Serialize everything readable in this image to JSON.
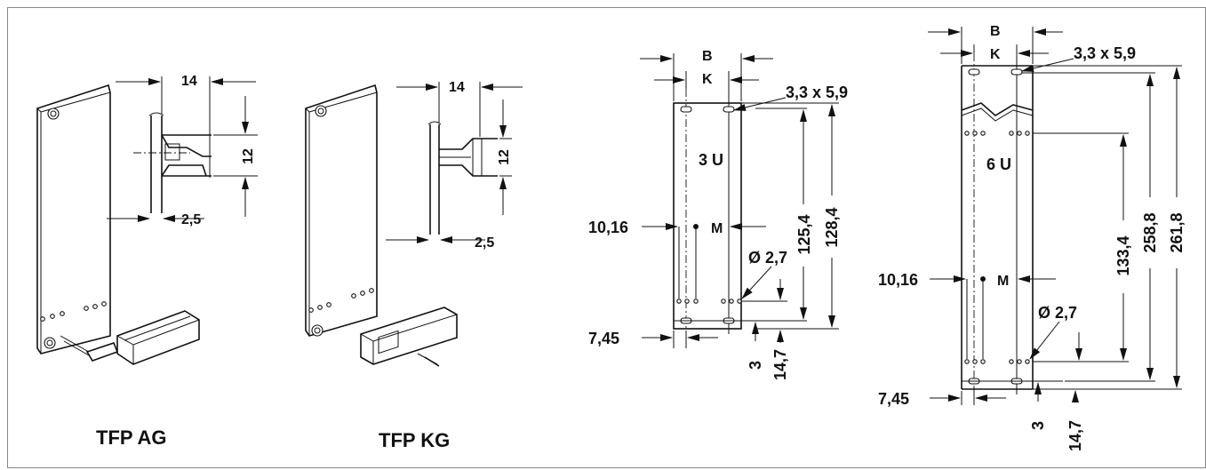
{
  "labels": {
    "tfp_ag": "TFP AG",
    "tfp_kg": "TFP KG",
    "dim_14": "14",
    "dim_12": "12",
    "dim_2_5": "2,5",
    "dim_B": "B",
    "dim_K": "K",
    "dim_slot": "3,3 x 5,9",
    "height_3u": "3 U",
    "height_6u": "6 U",
    "dim_M": "M",
    "dim_10_16": "10,16",
    "dim_7_45": "7,45",
    "dim_hole": "Ø 2,7",
    "dim_3": "3",
    "dim_14_7": "14,7",
    "dim_125_4": "125,4",
    "dim_128_4": "128,4",
    "dim_133_4": "133,4",
    "dim_258_8": "258,8",
    "dim_261_8": "261,8"
  },
  "colors": {
    "line": "#111111",
    "background": "#ffffff",
    "border": "#888888"
  }
}
